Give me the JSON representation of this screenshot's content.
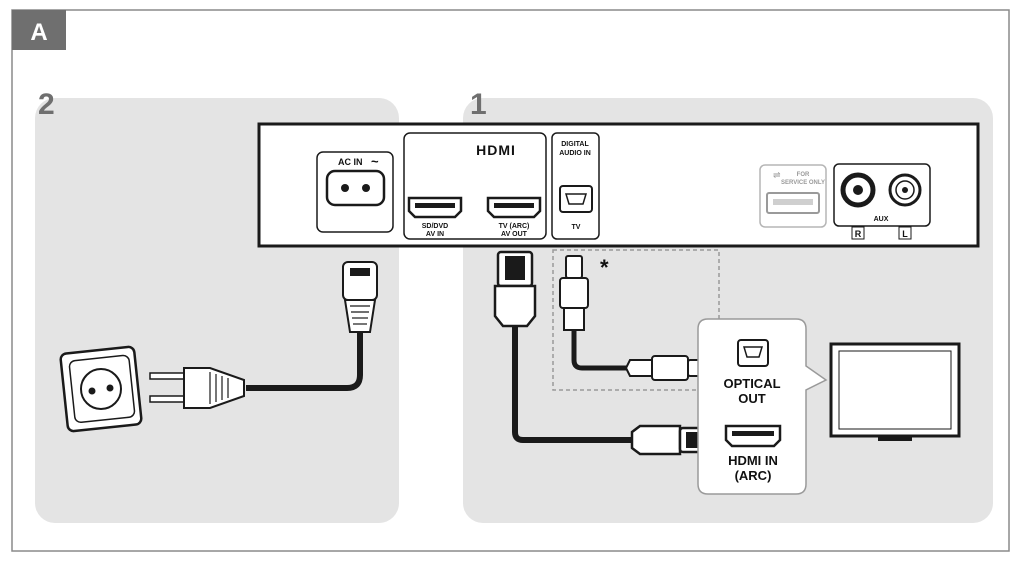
{
  "figure_label": "A",
  "steps": {
    "power": "2",
    "connections": "1"
  },
  "device": {
    "ac_in_label": "AC IN",
    "ac_in_symbol": "~",
    "hdmi_logo": "HDMI",
    "hdmi_in_label_line1": "SD/DVD",
    "hdmi_in_label_line2": "AV IN",
    "hdmi_out_label_line1": "TV (ARC)",
    "hdmi_out_label_line2": "AV OUT",
    "digital_audio_line1": "DIGITAL",
    "digital_audio_line2": "AUDIO IN",
    "digital_audio_port_label": "TV",
    "usb_label_line1": "FOR",
    "usb_label_line2": "SERVICE ONLY",
    "aux_label": "AUX",
    "aux_right": "R",
    "aux_left": "L"
  },
  "tv": {
    "optical_out_line1": "OPTICAL",
    "optical_out_line2": "OUT",
    "hdmi_in_line1": "HDMI IN",
    "hdmi_in_line2": "(ARC)"
  },
  "optional_marker": "*",
  "colors": {
    "panel": "#e4e4e4",
    "label_box": "#6f6f6f",
    "outline": "#1a1a1a",
    "frame": "#8a8a8a"
  }
}
